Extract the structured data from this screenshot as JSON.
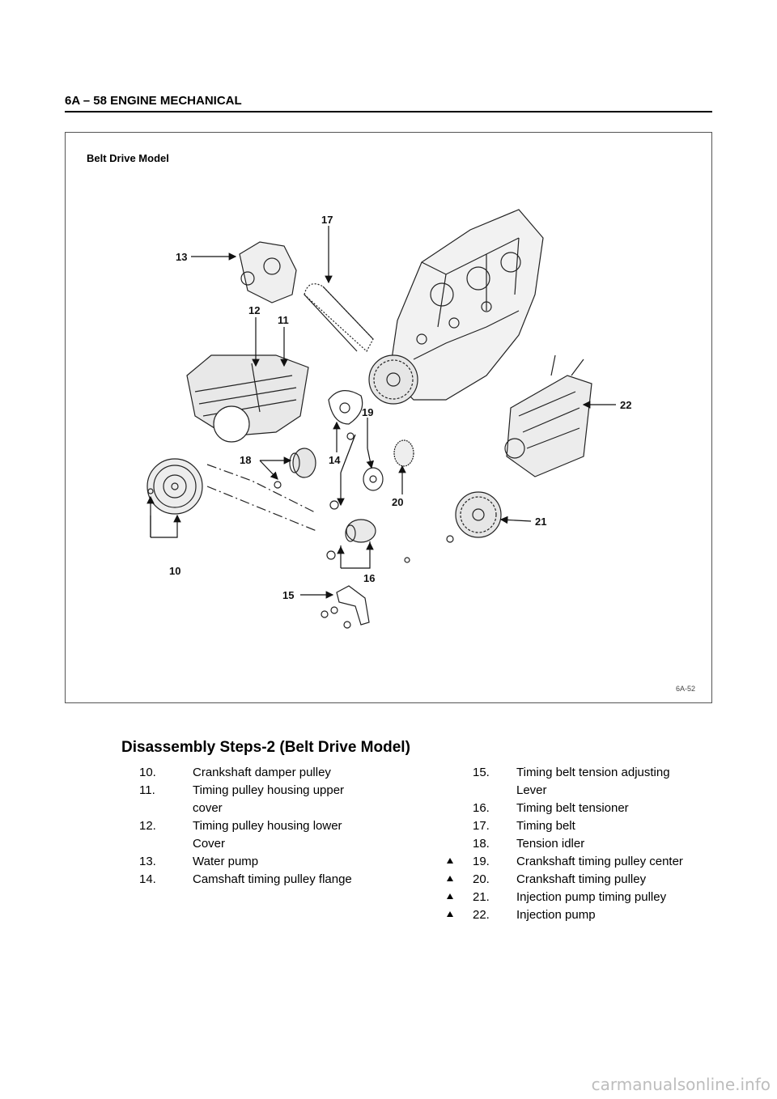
{
  "header": {
    "title": "6A – 58  ENGINE MECHANICAL"
  },
  "figure": {
    "title": "Belt Drive Model",
    "code": "6A-52",
    "callouts": [
      "10",
      "11",
      "12",
      "13",
      "14",
      "15",
      "16",
      "17",
      "18",
      "19",
      "20",
      "21",
      "22"
    ]
  },
  "steps": {
    "title": "Disassembly Steps-2 (Belt Drive Model)",
    "left": [
      {
        "num": "10.",
        "text": "Crankshaft damper pulley",
        "marked": false
      },
      {
        "num": "11.",
        "text": "Timing pulley housing upper",
        "marked": false
      },
      {
        "num": "",
        "text": "cover",
        "marked": false
      },
      {
        "num": "12.",
        "text": "Timing pulley housing lower",
        "marked": false
      },
      {
        "num": "",
        "text": "Cover",
        "marked": false
      },
      {
        "num": "13.",
        "text": "Water pump",
        "marked": false
      },
      {
        "num": "14.",
        "text": "Camshaft timing pulley flange",
        "marked": false
      }
    ],
    "right": [
      {
        "num": "15.",
        "text": "Timing belt tension adjusting",
        "marked": false
      },
      {
        "num": "",
        "text": "Lever",
        "marked": false
      },
      {
        "num": "16.",
        "text": "Timing belt tensioner",
        "marked": false
      },
      {
        "num": "17.",
        "text": "Timing belt",
        "marked": false
      },
      {
        "num": "18.",
        "text": "Tension idler",
        "marked": false
      },
      {
        "num": "19.",
        "text": "Crankshaft timing pulley center",
        "marked": true
      },
      {
        "num": "20.",
        "text": "Crankshaft timing pulley",
        "marked": true
      },
      {
        "num": "21.",
        "text": "Injection pump timing pulley",
        "marked": true
      },
      {
        "num": "22.",
        "text": "Injection pump",
        "marked": true
      }
    ]
  },
  "watermark": "carmanualsonline.info"
}
